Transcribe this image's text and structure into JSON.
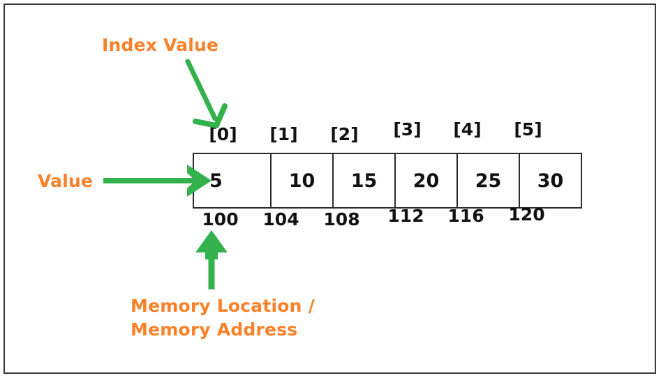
{
  "diagram": {
    "title": "Array memory layout diagram",
    "colors": {
      "accent_orange": "#F98129",
      "arrow_green": "#33B14C",
      "text_black": "#111111",
      "border_dark": "#2b2b2b",
      "frame": "#3a3a3a",
      "background": "#ffffff"
    },
    "annotations": {
      "index_value": "Index Value",
      "value": "Value",
      "memory_line1": "Memory Location /",
      "memory_line2": "Memory Address"
    },
    "array": {
      "indices": [
        "[0]",
        "[1]",
        "[2]",
        "[3]",
        "[4]",
        "[5]"
      ],
      "values": [
        "5",
        "10",
        "15",
        "20",
        "25",
        "30"
      ],
      "addresses": [
        "100",
        "104",
        "108",
        "112",
        "116",
        "120"
      ]
    },
    "arrows": {
      "index_arrow": "diagonal-down-right-arrow",
      "value_arrow": "horizontal-right-arrow",
      "memory_arrow": "vertical-up-arrow"
    }
  }
}
